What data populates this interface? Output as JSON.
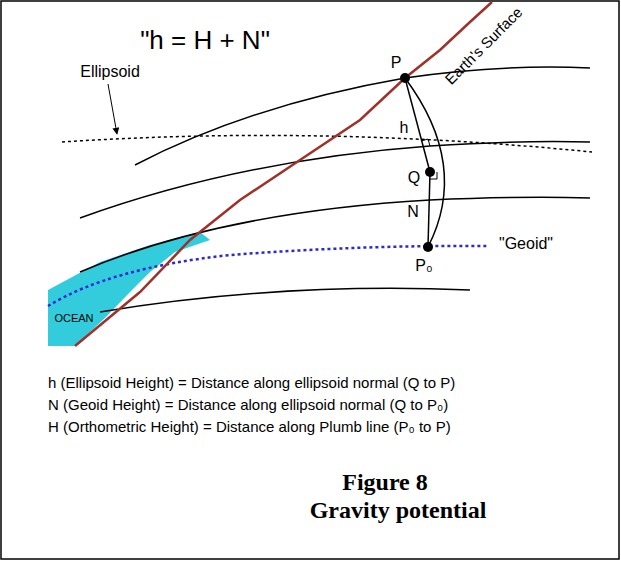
{
  "diagram": {
    "title": "\"h = H + N\"",
    "labels": [
      "Ellipsoid",
      "Earth's Surface",
      "P",
      "h",
      "Q",
      "N",
      "P₀",
      "\"Geoid\"",
      "OCEAN",
      "h (Ellipsoid Height) = Distance along ellipsoid normal (Q to P)",
      "N (Geoid Height) = Distance along ellipsoid normal (Q to P₀)",
      "H (Orthometric Height) = Distance along Plumb line (P₀ to P)",
      "Figure 8",
      "Gravity potential"
    ]
  }
}
